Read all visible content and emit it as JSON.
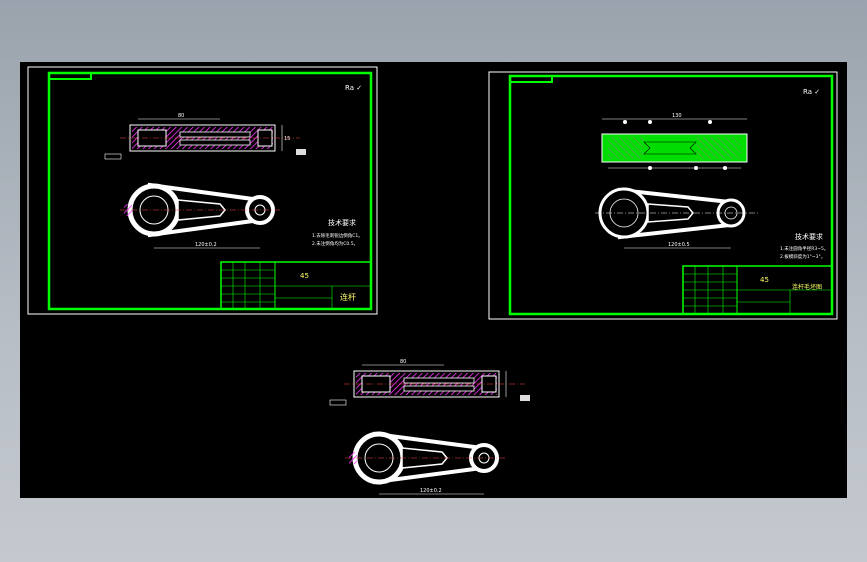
{
  "viewer": {
    "background": "#000000",
    "frame_color": "#00ff00",
    "line_color": "#ffffff",
    "hatch_color": "#ff33ff",
    "dim_color": "#ffffff"
  },
  "sheet1": {
    "roughness": "Ra ✓",
    "material": "45",
    "title_cn": "连杆",
    "tech_title": "技术要求",
    "tech_lines": [
      "1.去除毛刺锐边倒角C1。",
      "2.未注倒角均为C0.5。"
    ],
    "dim_length": "120±0.2",
    "dim_top": "80",
    "dim_width": "15"
  },
  "sheet2": {
    "roughness": "Ra ✓",
    "material": "45",
    "title_cn": "连杆毛坯图",
    "tech_title": "技术要求",
    "tech_lines": [
      "1.未注圆角半径R3~5。",
      "2.拔模斜度为1°~3°。"
    ],
    "dim_length": "120±0.5",
    "dim_top": "130"
  },
  "loose_view": {
    "dim_length": "120±0.2",
    "dim_top": "80"
  }
}
